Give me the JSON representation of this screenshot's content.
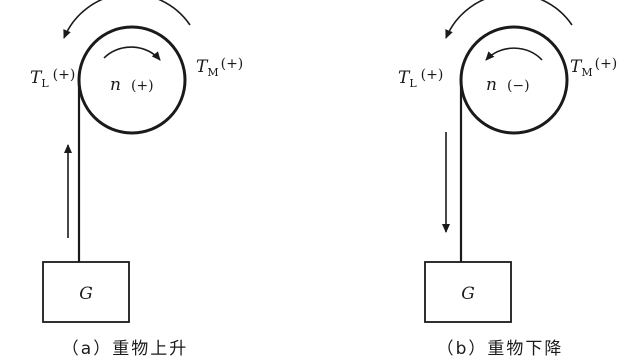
{
  "panels": [
    {
      "id": "a",
      "load_torque_label": "T",
      "load_torque_sub": "L",
      "load_torque_sign": "(+)",
      "motor_torque_label": "T",
      "motor_torque_sub": "M",
      "motor_torque_sign": "(+)",
      "speed_label": "n",
      "speed_sign": "(+)",
      "weight_label": "G",
      "caption": "（a）重物上升",
      "weight_motion": "up"
    },
    {
      "id": "b",
      "load_torque_label": "T",
      "load_torque_sub": "L",
      "load_torque_sign": "(+)",
      "motor_torque_label": "T",
      "motor_torque_sub": "M",
      "motor_torque_sign": "(+)",
      "speed_label": "n",
      "speed_sign": "(−)",
      "weight_label": "G",
      "caption": "（b）重物下降",
      "weight_motion": "down"
    }
  ],
  "colors": {
    "stroke": "#1a1a1a",
    "background": "#ffffff"
  }
}
